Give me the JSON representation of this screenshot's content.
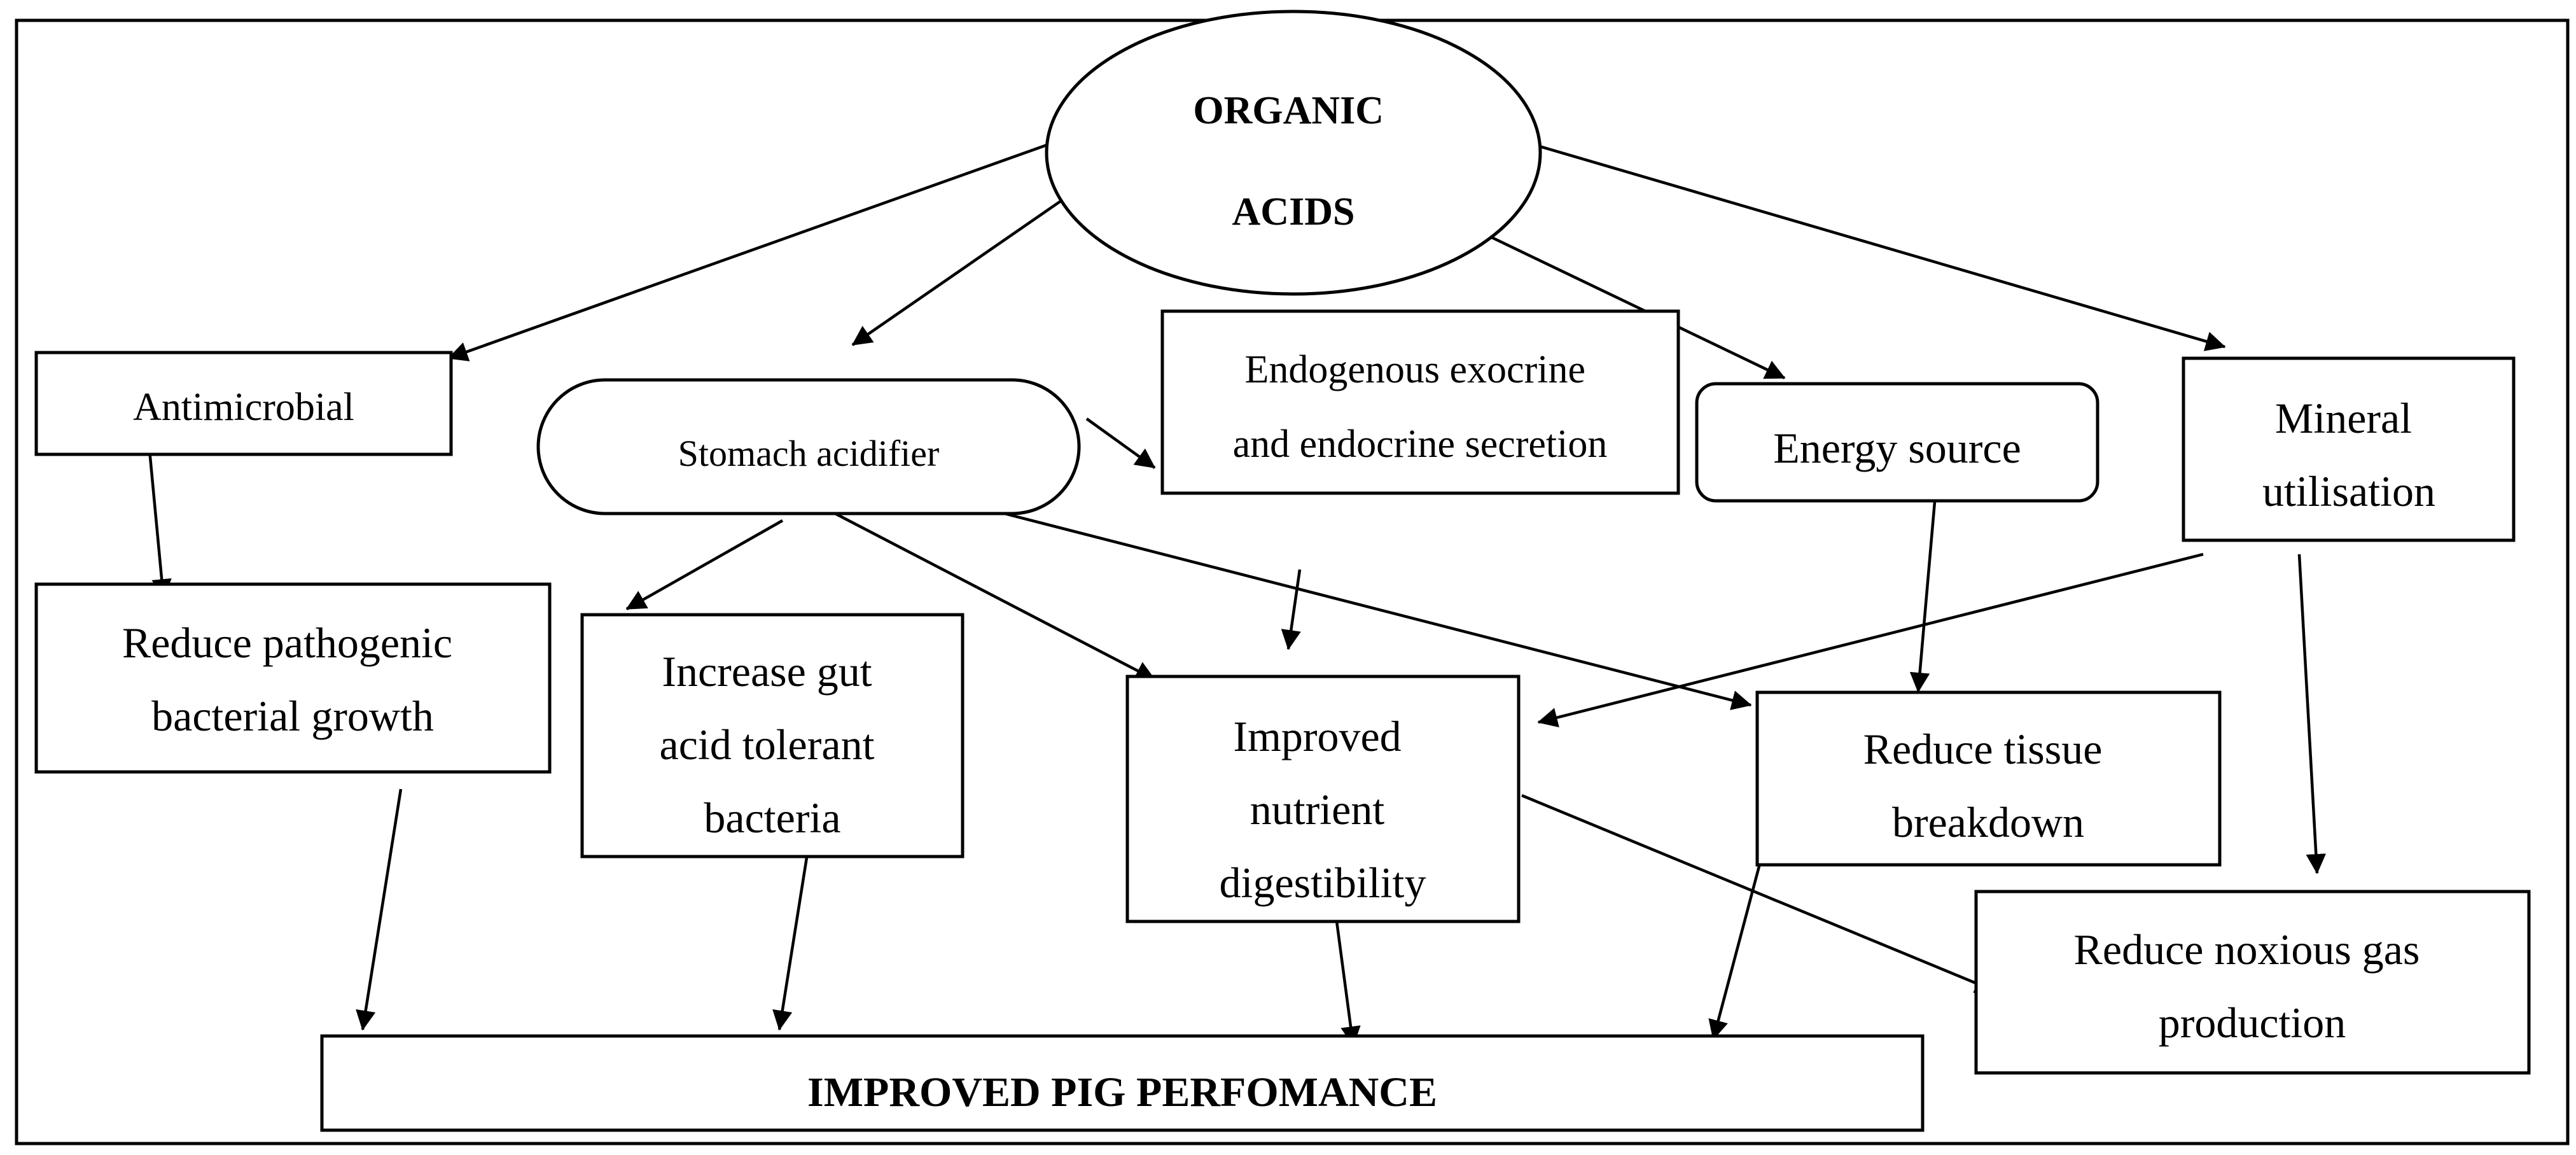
{
  "nodes": {
    "organic_acids": {
      "lines": [
        "ORGANIC",
        "ACIDS"
      ]
    },
    "antimicrobial": {
      "lines": [
        "Antimicrobial"
      ]
    },
    "stomach_acidifier": {
      "lines": [
        "Stomach acidifier"
      ]
    },
    "endogenous_secretion": {
      "lines": [
        "Endogenous exocrine",
        "and endocrine secretion"
      ]
    },
    "energy_source": {
      "lines": [
        "Energy source"
      ]
    },
    "mineral_utilisation": {
      "lines": [
        "Mineral",
        "utilisation"
      ]
    },
    "reduce_pathogenic": {
      "lines": [
        "Reduce pathogenic",
        "bacterial growth"
      ]
    },
    "increase_gut": {
      "lines": [
        "Increase gut",
        "acid tolerant",
        "bacteria"
      ]
    },
    "improved_digestibility": {
      "lines": [
        "Improved",
        "nutrient",
        "digestibility"
      ]
    },
    "reduce_tissue": {
      "lines": [
        "Reduce tissue",
        "breakdown"
      ]
    },
    "reduce_gas": {
      "lines": [
        "Reduce noxious gas",
        "production"
      ]
    },
    "improved_performance": {
      "lines": [
        "IMPROVED PIG PERFOMANCE"
      ]
    }
  },
  "colors": {
    "stroke": "#000000",
    "fill": "#ffffff",
    "text": "#000000"
  }
}
